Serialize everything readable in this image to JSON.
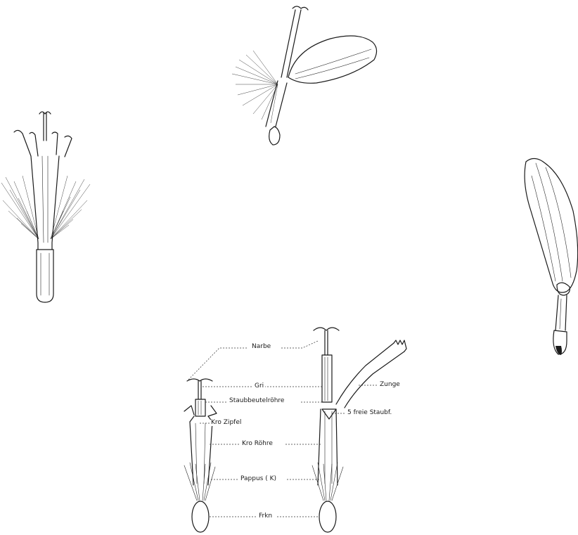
{
  "labels": {
    "narbe": "Narbe",
    "griffel": "Gri",
    "staubbeutelroehre": "Staubbeutelröhre",
    "zunge": "Zunge",
    "freie_staubf": "5 freie Staubf.",
    "kro_zipfel": "Kro Zipfel",
    "kro_roehre": "Kro Röhre",
    "pappus": "Pappus ( K)",
    "frkn": "Frkn"
  },
  "icons": {
    "tubular_flower": "tubular-floret-drawing",
    "ray_flower": "ray-floret-drawing",
    "ray_flower_closed": "ray-floret-bud-drawing",
    "schematic_tubular": "schematic-tubular-floret",
    "schematic_ray": "schematic-ray-floret"
  }
}
